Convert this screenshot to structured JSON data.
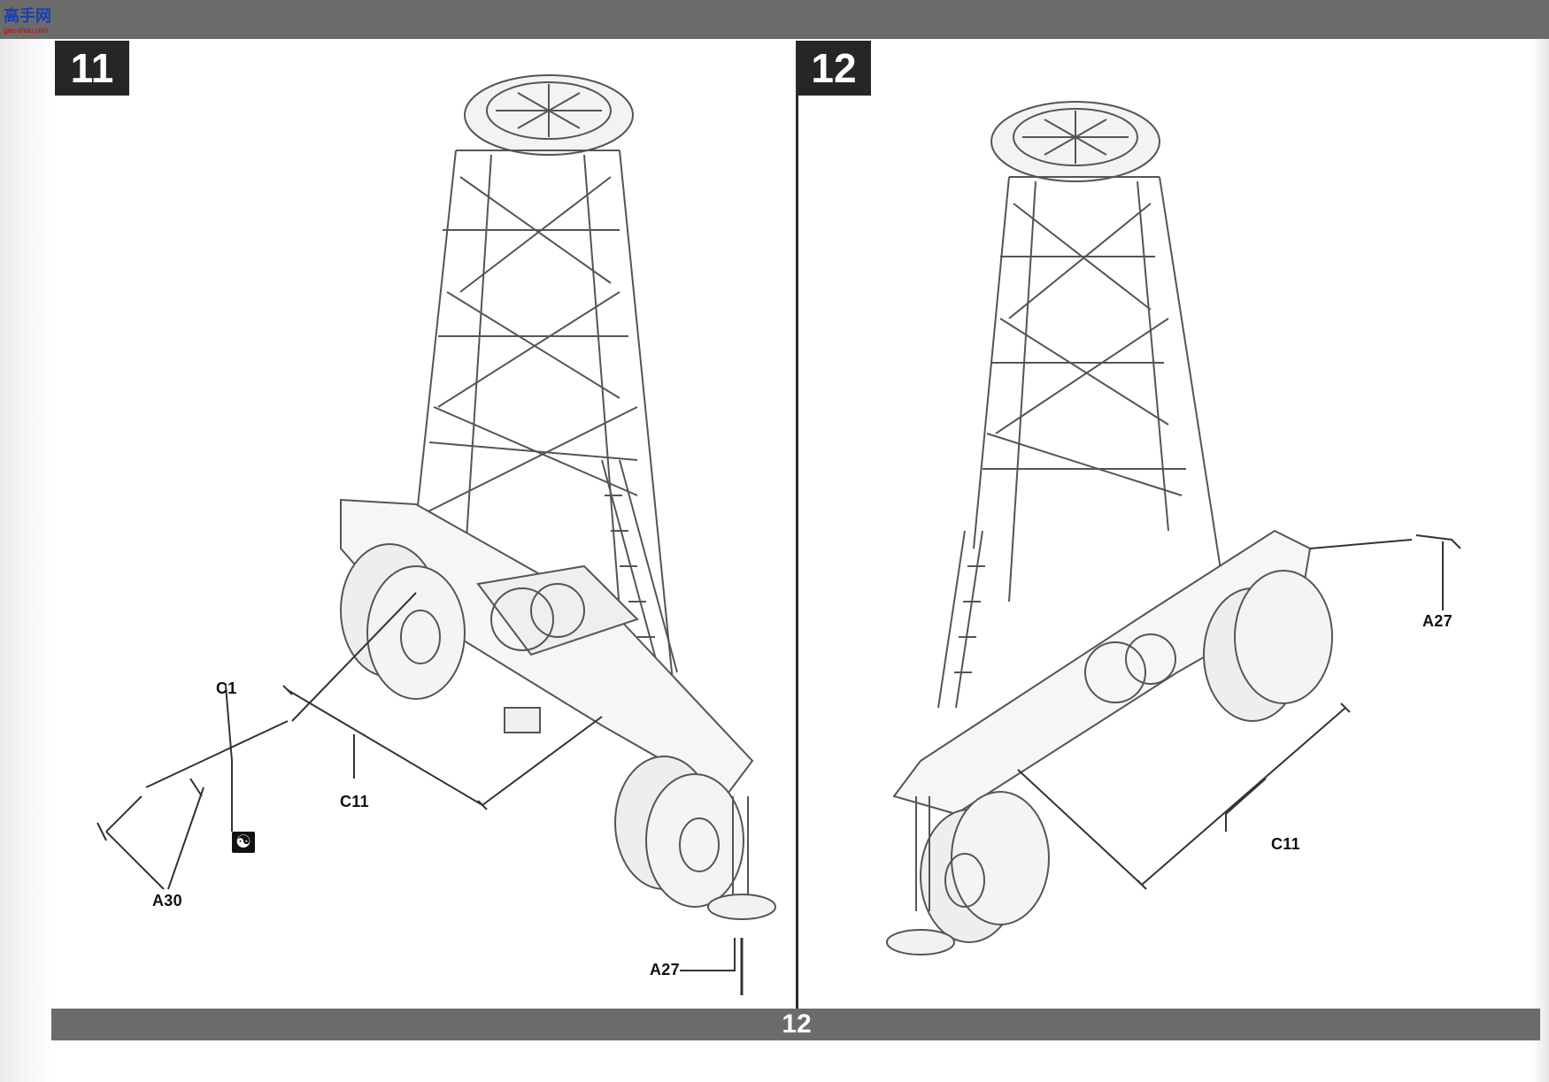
{
  "header": {
    "logo_text": "高手网",
    "logo_sub": "gao-shou.com"
  },
  "steps": [
    {
      "number": "11"
    },
    {
      "number": "12"
    }
  ],
  "labels_step11": {
    "c1": "C1",
    "c11": "C11",
    "a30": "A30",
    "a27": "A27"
  },
  "labels_step12": {
    "a27": "A27",
    "c11": "C11"
  },
  "footer": {
    "page_number": "12"
  },
  "icons": {
    "glue": "glue-icon"
  }
}
